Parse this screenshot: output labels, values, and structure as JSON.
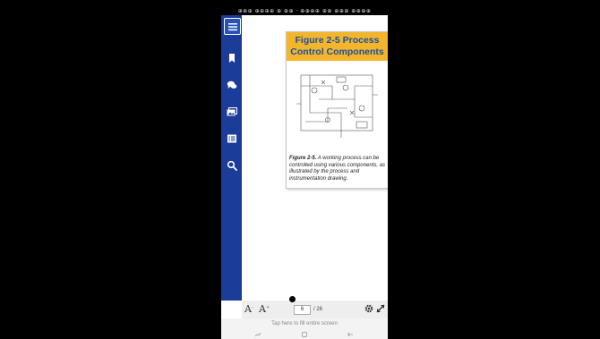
{
  "status_bar": {
    "text": "⊕⊕⊕ ⊕⊕⊕⊕ ⊕ ⊕⊕ · ⊕⊕⊕⊕ ⊕⊕ ⊕⊕⊕ ⊕⊕⊕⊕"
  },
  "sidebar": {
    "items": [
      {
        "name": "menu",
        "icon": "menu-icon"
      },
      {
        "name": "bookmarks",
        "icon": "bookmark-icon"
      },
      {
        "name": "comments",
        "icon": "comment-icon"
      },
      {
        "name": "images",
        "icon": "image-icon"
      },
      {
        "name": "contents",
        "icon": "list-icon"
      },
      {
        "name": "search",
        "icon": "search-icon"
      }
    ]
  },
  "figure_card": {
    "title": "Figure 2-5 Process Control Components",
    "caption_label": "Figure 2-5.",
    "caption_text": "A working process can be controlled using various components, as illustrated by the process and instrumentation drawing."
  },
  "bottom_bar": {
    "font_decrease": "A",
    "font_increase": "A",
    "page_current": "6",
    "page_total": "/ 26"
  },
  "hint": {
    "text": "Tap here to fill entire screen"
  },
  "colors": {
    "sidebar": "#1b3c98",
    "title_bg": "#f3b52a",
    "title_text": "#1a4fa8",
    "marker": "#e02020"
  }
}
